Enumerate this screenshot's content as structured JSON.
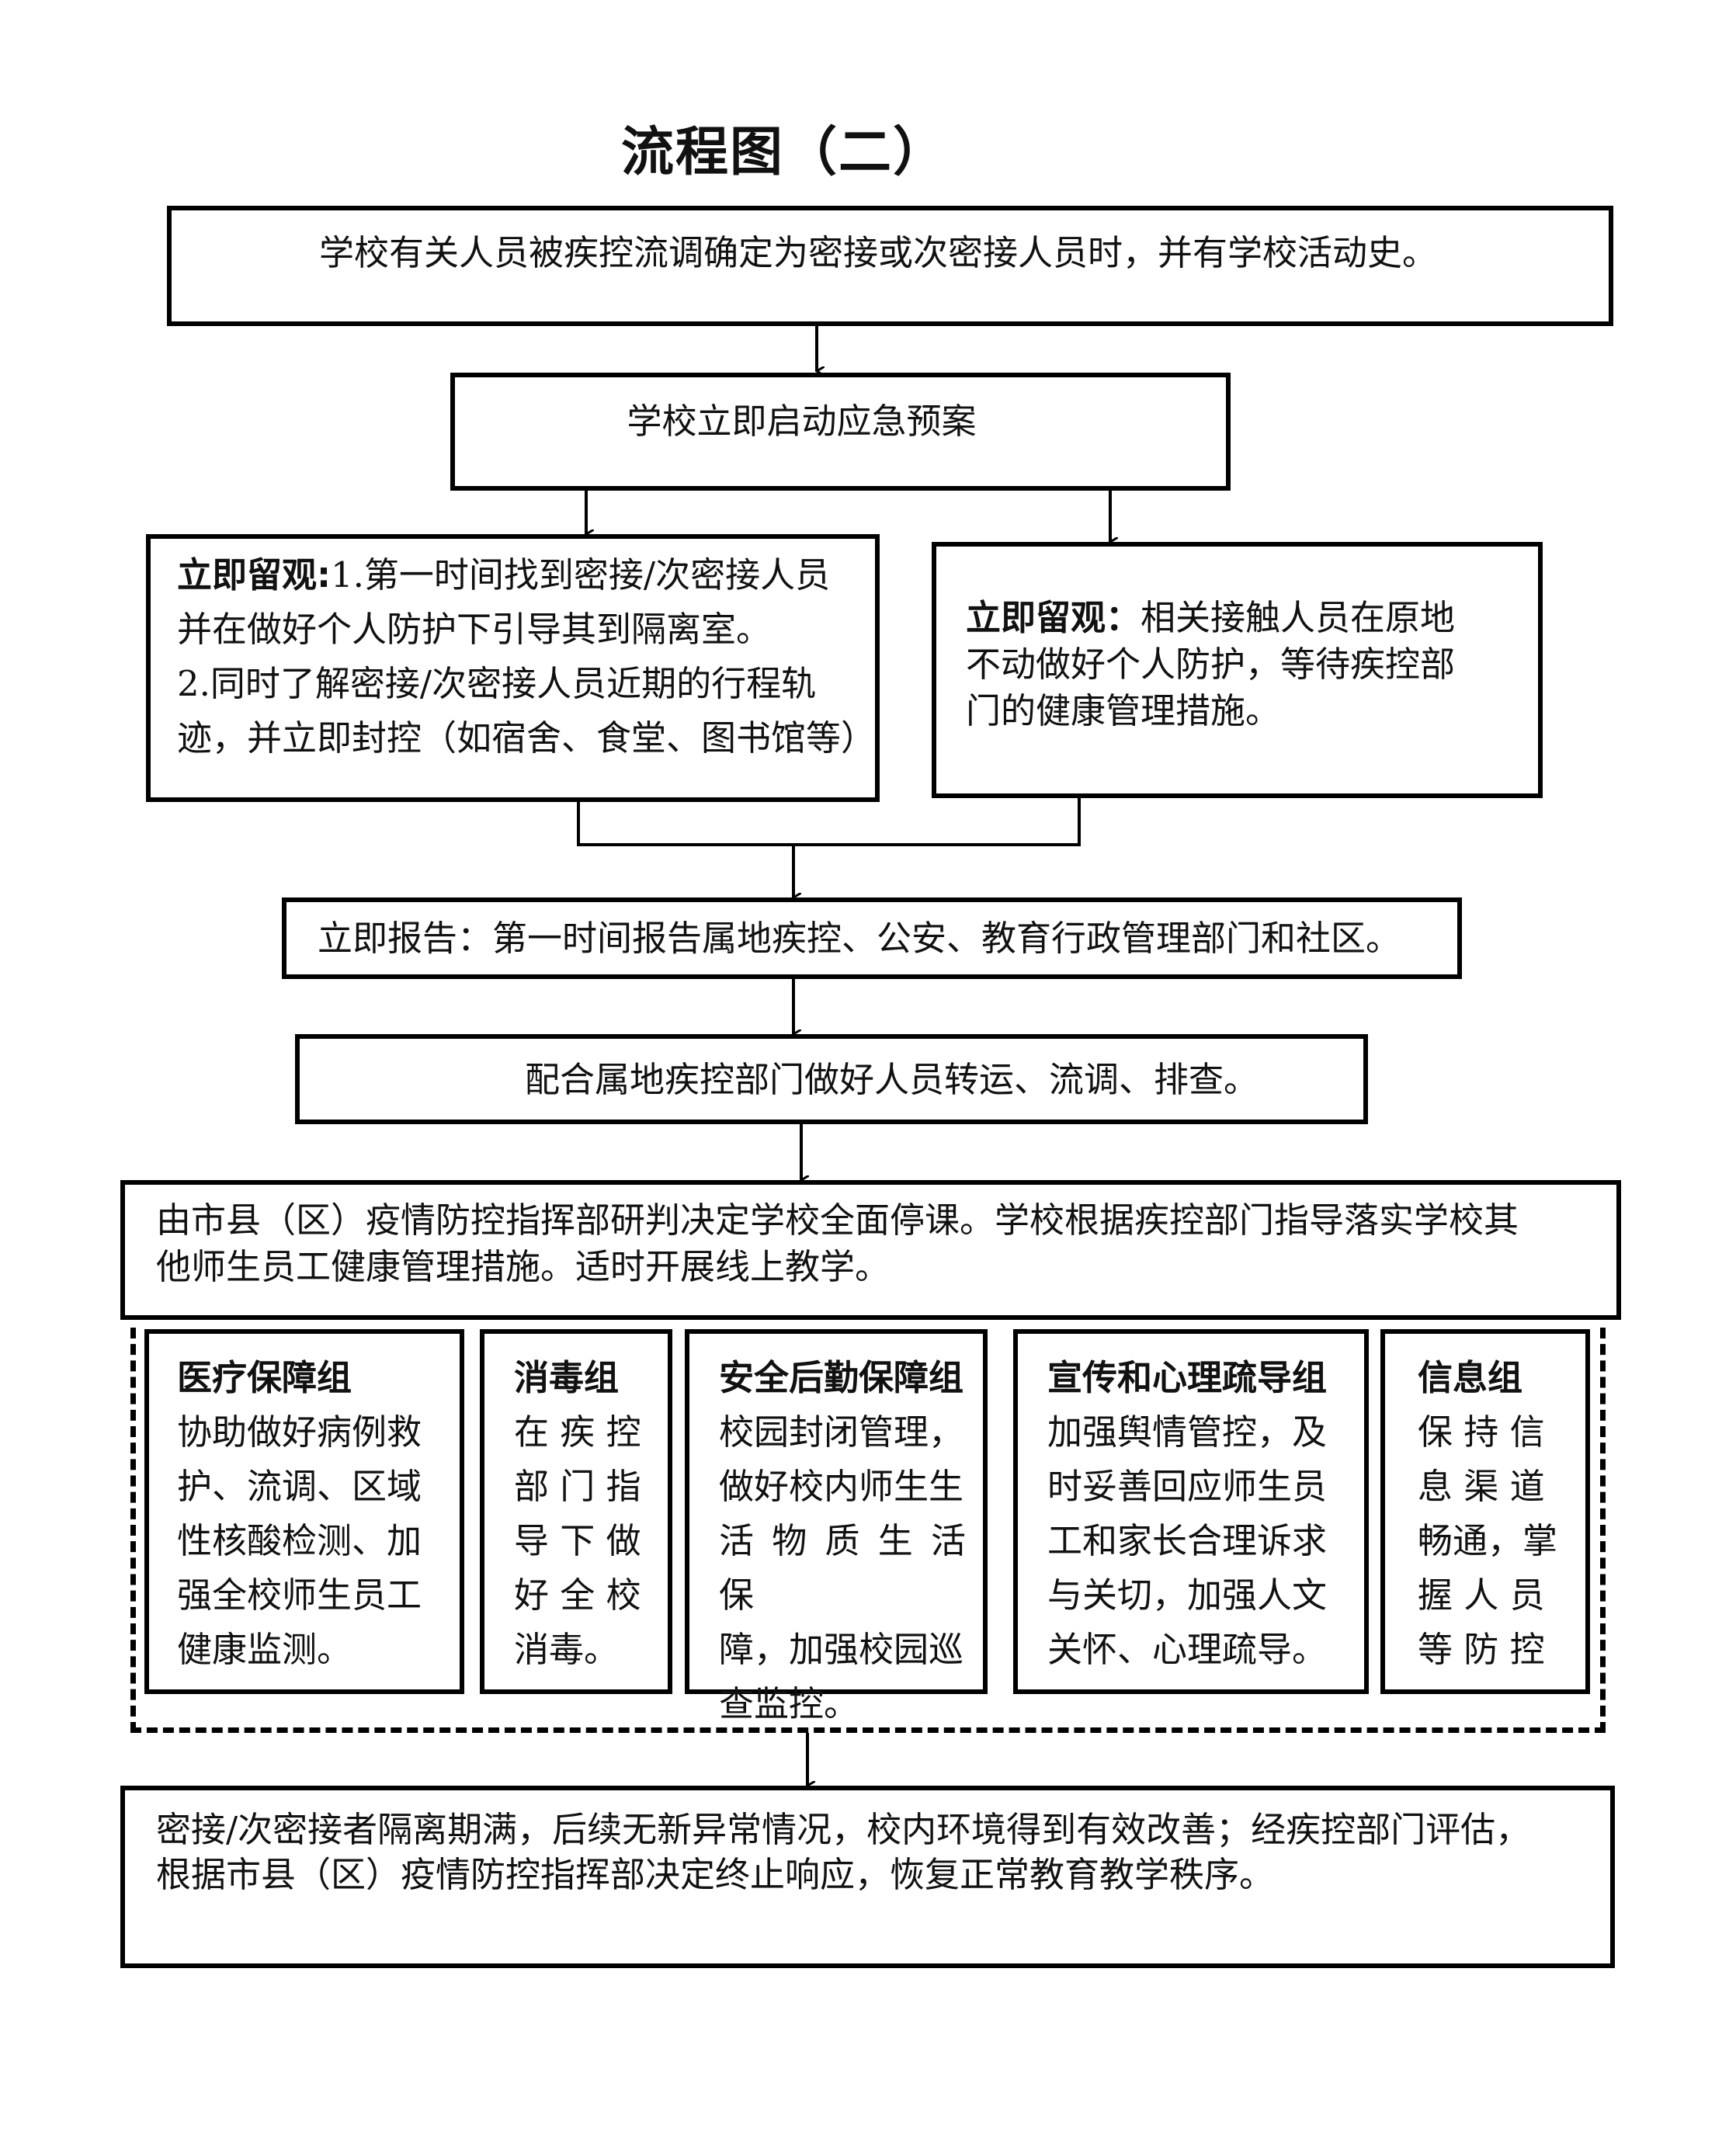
{
  "title": "流程图（二）",
  "boxes": {
    "trigger": "学校有关人员被疾控流调确定为密接或次密接人员时，并有学校活动史。",
    "plan": "学校立即启动应急预案",
    "left_observe": {
      "label": "立即留观:",
      "line1": "1.第一时间找到密接/次密接人员",
      "line2": "并在做好个人防护下引导其到隔离室。",
      "line3": "2.同时了解密接/次密接人员近期的行程轨",
      "line4": "迹，并立即封控（如宿舍、食堂、图书馆等）"
    },
    "right_observe": {
      "label": "立即留观：",
      "line1": "相关接触人员在原地",
      "line2": "不动做好个人防护，等待疾控部",
      "line3": "门的健康管理措施。"
    },
    "report": "立即报告：第一时间报告属地疾控、公安、教育行政管理部门和社区。",
    "cooperate": "配合属地疾控部门做好人员转运、流调、排查。",
    "suspend": {
      "line1": "由市县（区）疫情防控指挥部研判决定学校全面停课。学校根据疾控部门指导落实学校其",
      "line2": "他师生员工健康管理措施。适时开展线上教学。"
    },
    "final": {
      "line1": "密接/次密接者隔离期满，后续无新异常情况，校内环境得到有效改善；经疾控部门评估，",
      "line2": "根据市县（区）疫情防控指挥部决定终止响应，恢复正常教育教学秩序。"
    }
  },
  "groups": [
    {
      "title": "医疗保障组",
      "lines": [
        "协助做好病例救",
        "护、流调、区域",
        "性核酸检测、加",
        "强全校师生员工",
        "健康监测。"
      ]
    },
    {
      "title": "消毒组",
      "lines": [
        "在 疾 控",
        "部 门 指",
        "导 下 做",
        "好 全 校",
        "消毒。"
      ]
    },
    {
      "title": "安全后勤保障组",
      "lines": [
        "校园封闭管理，",
        "做好校内师生生",
        "活 物 质 生 活 保",
        "障，加强校园巡",
        "查监控。"
      ]
    },
    {
      "title": "宣传和心理疏导组",
      "lines": [
        "加强舆情管控，及",
        "时妥善回应师生员",
        "工和家长合理诉求",
        "与关切，加强人文",
        "关怀、心理疏导。"
      ]
    },
    {
      "title": "信息组",
      "lines": [
        "保 持 信",
        "息 渠 道",
        "畅通，掌",
        "握 人 员",
        "等 防 控"
      ]
    }
  ]
}
